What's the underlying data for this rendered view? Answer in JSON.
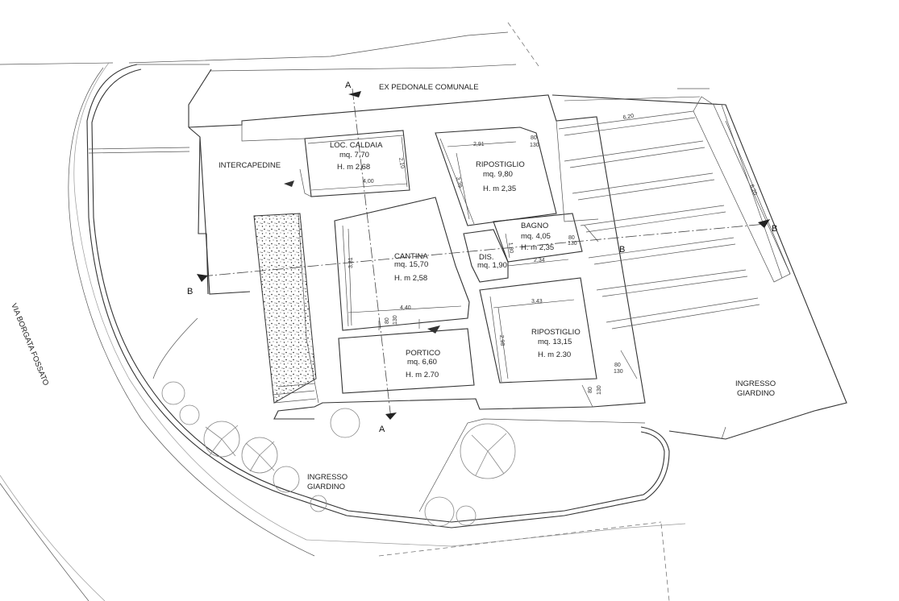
{
  "labels": {
    "ex_pedonale": "EX PEDONALE COMUNALE",
    "via": "VIA BORGATA FOSSATO",
    "intercapedine": "INTERCAPEDINE",
    "caldaia": {
      "name": "LOC. CALDAIA",
      "area": "mq. 7,70",
      "height": "H. m 2,68"
    },
    "ripostiglio1": {
      "name": "RIPOSTIGLIO",
      "area": "mq. 9,80",
      "height": "H. m 2,35"
    },
    "cantina": {
      "name": "CANTINA",
      "area": "mq. 15,70",
      "height": "H. m 2,58"
    },
    "bagno": {
      "name": "BAGNO",
      "area": "mq. 4,05",
      "height": "H. m 2,35"
    },
    "dis": {
      "name": "DIS.",
      "area": "mq. 1,90"
    },
    "ripostiglio2": {
      "name": "RIPOSTIGLIO",
      "area": "mq. 13,15",
      "height": "H. m 2.30"
    },
    "portico": {
      "name": "PORTICO",
      "area": "mq. 6,60",
      "height": "H. m 2.70"
    },
    "ingresso_left": [
      "INGRESSO",
      "GIARDINO"
    ],
    "ingresso_right": [
      "INGRESSO",
      "GIARDINO"
    ]
  },
  "sections": {
    "a": "A",
    "b": "B"
  },
  "dimensions": {
    "d400": "4,00",
    "d210": "2,10",
    "d291": "2,91",
    "d339": "3,39",
    "d381": "3,81",
    "d440": "4,40",
    "d343": "3,43",
    "d298": "2,98",
    "d180": "1,80",
    "d234": "2,34",
    "d620a": "6,20",
    "d620b": "6,20",
    "d80a": "80",
    "d130a": "130",
    "d80b": "80",
    "d130b": "130",
    "d80c": "80",
    "d130c": "130",
    "d80d": "80",
    "d130d": "130",
    "d80e": "80",
    "d130e": "130"
  }
}
